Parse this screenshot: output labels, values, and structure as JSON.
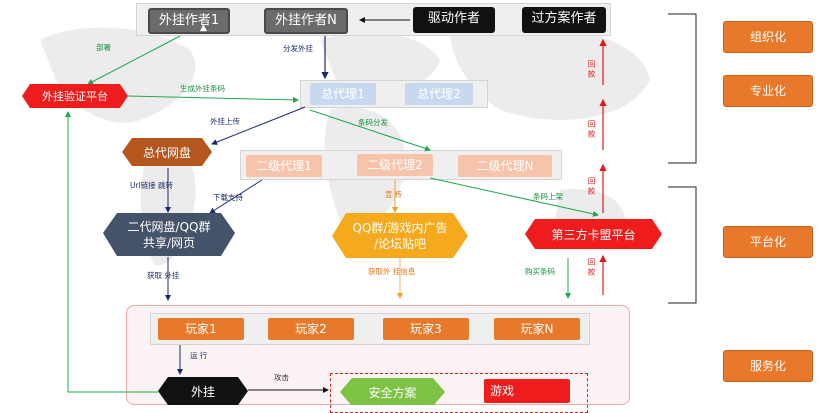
{
  "colors": {
    "orange": "#e8782a",
    "red": "#ee1c1c",
    "green": "#1fa84b",
    "navy": "#1b2a6b",
    "blue_box": "#c9d8ef",
    "peach_box": "#f6c4ab",
    "dark_hex": "#44536a",
    "rust_hex": "#b5561e"
  },
  "top_row": {
    "author1": "外挂作者1",
    "authorN": "外挂作者N",
    "driver_author": "驱动作者",
    "bypass_author": "过方案作者"
  },
  "left": {
    "verify_platform": "外挂验证平台",
    "netdisk": "总代网盘",
    "netdisk2": "二代网盘/QQ群\n共享/网页",
    "cheat": "外挂"
  },
  "agents": {
    "general1": "总代理1",
    "general2": "总代理2",
    "level2_1": "二级代理1",
    "level2_2": "二级代理2",
    "level2_N": "二级代理N"
  },
  "channels": {
    "qq_ads": "QQ群/游戏内广告\n/论坛贴吧",
    "card_platform": "第三方卡盟平台"
  },
  "players": [
    "玩家1",
    "玩家2",
    "玩家3",
    "玩家N"
  ],
  "security": {
    "solution": "安全方案",
    "game": "游戏"
  },
  "side_labels": {
    "organized": "组织化",
    "professional": "专业化",
    "platform": "平台化",
    "service": "服务化"
  },
  "edge_labels": {
    "deploy": "部署",
    "distribute_cheat": "分发外挂",
    "gen_code": "生成外挂条码",
    "upload": "外挂上传",
    "code_dist": "条码分发",
    "url_link": "Url链接  跳转",
    "download": "下载支持",
    "promote": "宣  传",
    "code_listed": "条码上架",
    "get_cheat": "获取  外挂",
    "get_info": "获取外  挂信息",
    "buy_code": "购买条码",
    "run": "运  行",
    "attack": "攻击",
    "refund1": "回    款",
    "refund2": "回    款",
    "refund3": "回    款",
    "refund4": "回    款"
  }
}
